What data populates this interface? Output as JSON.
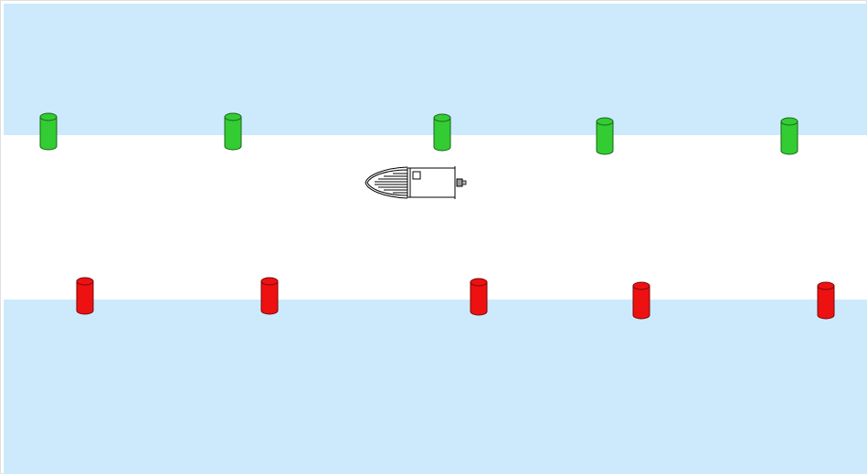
{
  "scene": {
    "water_color": "#cdeafc",
    "channel_color": "#ffffff",
    "border_color": "#dddddd"
  },
  "buoys": {
    "green_color": "#33cc33",
    "red_color": "#ee1111",
    "top_row_count": 5,
    "bottom_row_count": 5
  },
  "boat": {
    "heading": "left",
    "hull_color": "#ffffff",
    "outline_color": "#000000"
  }
}
